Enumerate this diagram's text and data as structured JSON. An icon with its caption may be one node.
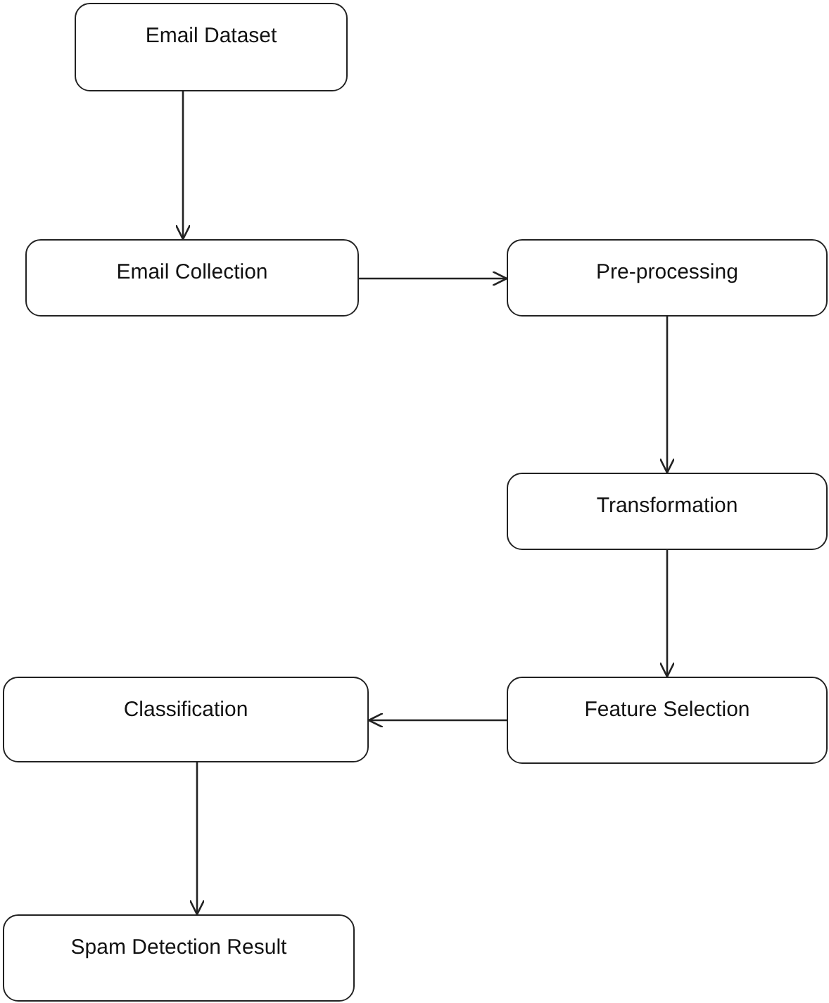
{
  "diagram": {
    "nodes": [
      {
        "text": [
          "Email Dataset"
        ]
      },
      {
        "text": [
          "Email Collection"
        ]
      },
      {
        "text": [
          "Pre-processing"
        ]
      },
      {
        "text": [
          "Transformation"
        ]
      },
      {
        "text": [
          "Feature Selection"
        ]
      },
      {
        "text": [
          "Classification"
        ]
      },
      {
        "text": [
          "Spam Detection Result"
        ]
      }
    ],
    "edges": [
      {
        "from": 0,
        "to": 1,
        "arrow": "to"
      },
      {
        "from": 1,
        "to": 2,
        "arrow": "to"
      },
      {
        "from": 2,
        "to": 3,
        "arrow": "to"
      },
      {
        "from": 3,
        "to": 4,
        "arrow": "to"
      },
      {
        "from": 4,
        "to": 5,
        "arrow": "to"
      },
      {
        "from": 5,
        "to": 6,
        "arrow": "to"
      }
    ]
  }
}
